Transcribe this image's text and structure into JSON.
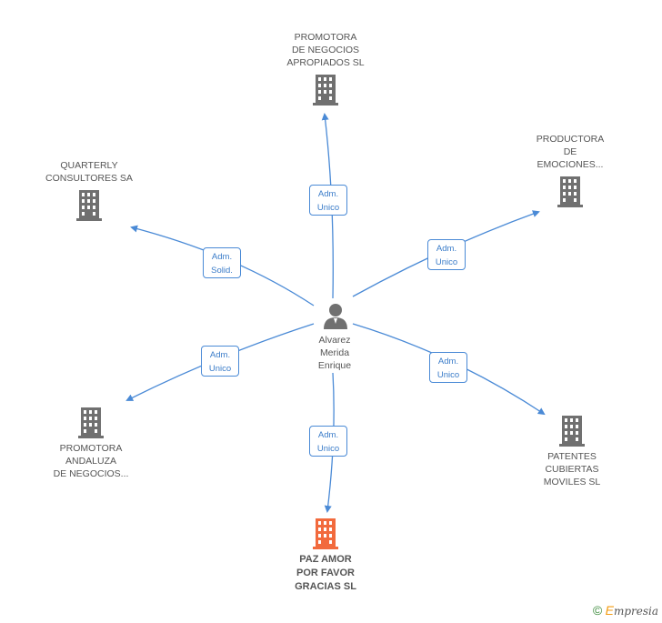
{
  "person": {
    "name_lines": [
      "Alvarez",
      "Merida",
      "Enrique"
    ]
  },
  "companies": [
    {
      "id": "top",
      "lines": [
        "PROMOTORA",
        "DE NEGOCIOS",
        "APROPIADOS SL"
      ],
      "role": [
        "Adm.",
        "Unico"
      ]
    },
    {
      "id": "left-top",
      "lines": [
        "QUARTERLY",
        "CONSULTORES SA"
      ],
      "role": [
        "Adm.",
        "Solid."
      ]
    },
    {
      "id": "right-top",
      "lines": [
        "PRODUCTORA",
        "DE",
        "EMOCIONES..."
      ],
      "role": [
        "Adm.",
        "Unico"
      ]
    },
    {
      "id": "left-bottom",
      "lines": [
        "PROMOTORA",
        "ANDALUZA",
        "DE NEGOCIOS..."
      ],
      "role": [
        "Adm.",
        "Unico"
      ]
    },
    {
      "id": "right-bottom",
      "lines": [
        "PATENTES",
        "CUBIERTAS",
        "MOVILES SL"
      ],
      "role": [
        "Adm.",
        "Unico"
      ]
    },
    {
      "id": "bottom",
      "lines": [
        "PAZ AMOR",
        "POR FAVOR",
        "GRACIAS SL"
      ],
      "role": [
        "Adm.",
        "Unico"
      ]
    }
  ],
  "colors": {
    "edge": "#4a8ad6",
    "building": "#707070",
    "building_focus": "#f26a3d",
    "person": "#707070"
  },
  "footer": {
    "copyright": "©",
    "brand_initial": "E",
    "brand_rest": "mpresia"
  }
}
